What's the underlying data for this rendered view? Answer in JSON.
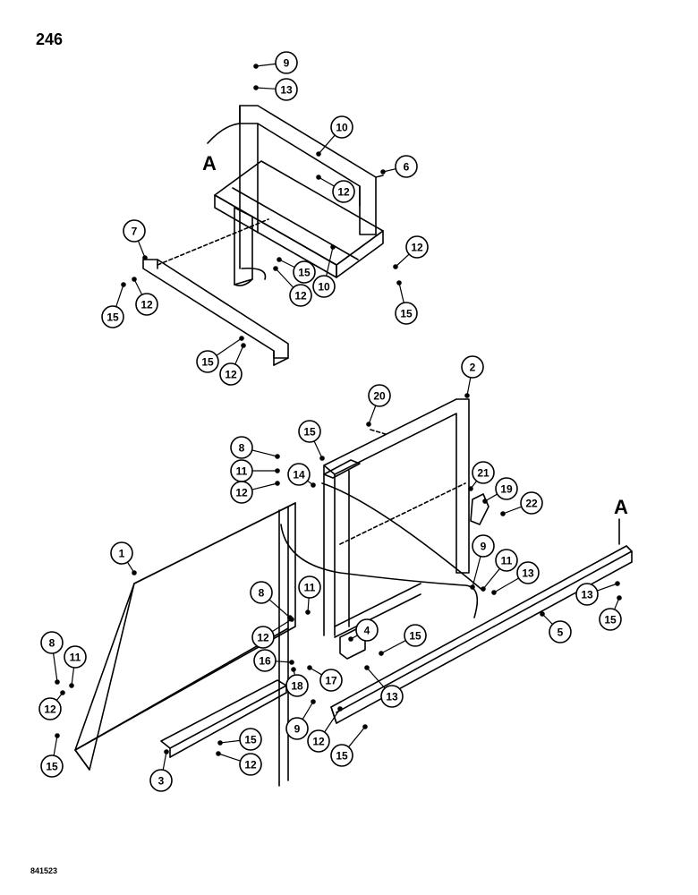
{
  "page": {
    "number": "246",
    "figure_code": "841523"
  },
  "view_marker": "A",
  "callouts": [
    {
      "id": "c9a",
      "label": "9"
    },
    {
      "id": "c13a",
      "label": "13"
    },
    {
      "id": "c10a",
      "label": "10"
    },
    {
      "id": "c6",
      "label": "6"
    },
    {
      "id": "c12a",
      "label": "12"
    },
    {
      "id": "c7",
      "label": "7"
    },
    {
      "id": "c12b",
      "label": "12"
    },
    {
      "id": "c15a",
      "label": "15"
    },
    {
      "id": "c12c",
      "label": "12"
    },
    {
      "id": "c10b",
      "label": "10"
    },
    {
      "id": "c15b",
      "label": "15"
    },
    {
      "id": "c12d",
      "label": "12"
    },
    {
      "id": "c15c",
      "label": "15"
    },
    {
      "id": "c15d",
      "label": "15"
    },
    {
      "id": "c12e",
      "label": "12"
    },
    {
      "id": "c2",
      "label": "2"
    },
    {
      "id": "c20",
      "label": "20"
    },
    {
      "id": "c15e",
      "label": "15"
    },
    {
      "id": "c8a",
      "label": "8"
    },
    {
      "id": "c11a",
      "label": "11"
    },
    {
      "id": "c12f",
      "label": "12"
    },
    {
      "id": "c14",
      "label": "14"
    },
    {
      "id": "c21",
      "label": "21"
    },
    {
      "id": "c19",
      "label": "19"
    },
    {
      "id": "c22",
      "label": "22"
    },
    {
      "id": "c1",
      "label": "1"
    },
    {
      "id": "c9b",
      "label": "9"
    },
    {
      "id": "c11b",
      "label": "11"
    },
    {
      "id": "c13b",
      "label": "13"
    },
    {
      "id": "c13c",
      "label": "13"
    },
    {
      "id": "c15f",
      "label": "15"
    },
    {
      "id": "c8b",
      "label": "8"
    },
    {
      "id": "c11c",
      "label": "11"
    },
    {
      "id": "c5",
      "label": "5"
    },
    {
      "id": "c12g",
      "label": "12"
    },
    {
      "id": "c4",
      "label": "4"
    },
    {
      "id": "c15g",
      "label": "15"
    },
    {
      "id": "c16",
      "label": "16"
    },
    {
      "id": "c17",
      "label": "17"
    },
    {
      "id": "c13d",
      "label": "13"
    },
    {
      "id": "c8c",
      "label": "8"
    },
    {
      "id": "c11d",
      "label": "11"
    },
    {
      "id": "c18",
      "label": "18"
    },
    {
      "id": "c12h",
      "label": "12"
    },
    {
      "id": "c9c",
      "label": "9"
    },
    {
      "id": "c12i",
      "label": "12"
    },
    {
      "id": "c15h",
      "label": "15"
    },
    {
      "id": "c15i",
      "label": "15"
    },
    {
      "id": "c12j",
      "label": "12"
    },
    {
      "id": "c3",
      "label": "3"
    },
    {
      "id": "c15j",
      "label": "15"
    }
  ]
}
